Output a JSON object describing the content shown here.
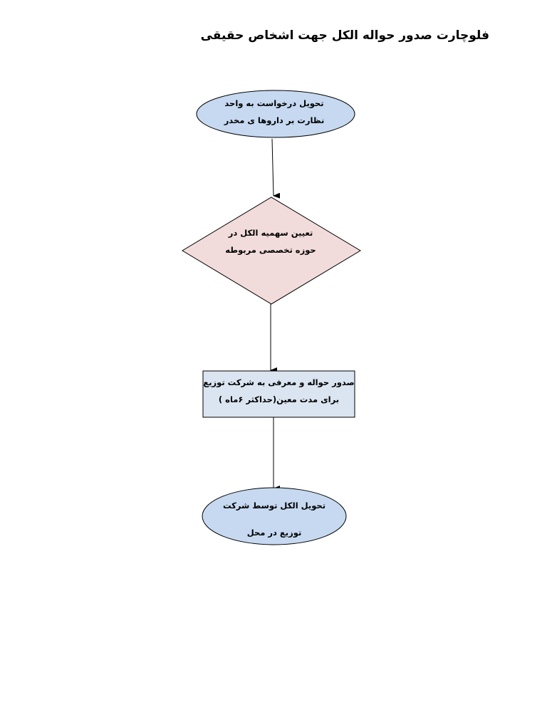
{
  "title": "فلوچارت صدور حواله الکل جهت اشخاص حقیقی",
  "nodes": [
    {
      "shape": "ellipse",
      "lines": [
        "تحویل درخواست به واحد",
        "نظارت بر داروها ی مخدر"
      ],
      "fill": "#c6d9f1"
    },
    {
      "shape": "diamond",
      "lines": [
        "تعیین سهمیه  الکل در",
        "حوزه تخصصی مربوطه"
      ],
      "fill": "#f2dcdb"
    },
    {
      "shape": "rectangle",
      "lines": [
        "صدور حواله  و معرفی به  شرکت توزیع",
        "برای مدت معین(حداکثر ۶ماه )"
      ],
      "fill": "#dbe5f1"
    },
    {
      "shape": "ellipse",
      "lines": [
        "تحویل الکل توسط شرکت",
        "توزیع در محل"
      ],
      "fill": "#c6d9f1"
    }
  ]
}
